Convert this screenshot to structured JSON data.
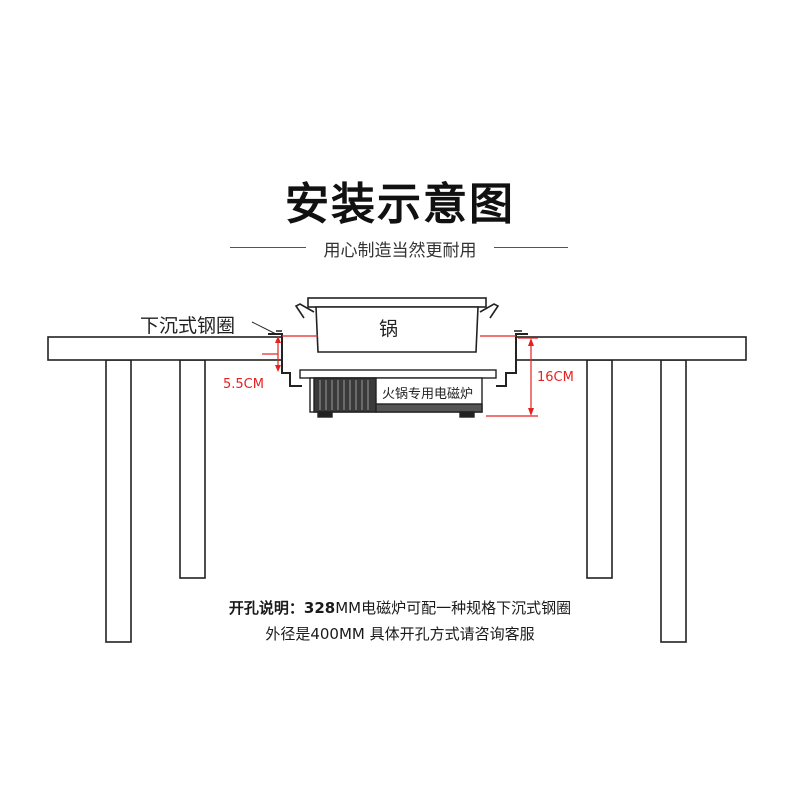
{
  "title": "安装示意图",
  "subtitle": "用心制造当然更耐用",
  "labels": {
    "ring": "下沉式钢圈",
    "pot": "锅",
    "stove": "火锅专用电磁炉",
    "depth": "5.5CM",
    "height": "16CM"
  },
  "notes": {
    "line1_prefix": "开孔说明：",
    "line1_size": "328",
    "line1_rest": "MM电磁炉可配一种规格下沉式钢圈",
    "line2": "外径是400MM 具体开孔方式请咨询客服"
  },
  "colors": {
    "dimension": "#e52222",
    "outline": "#222222"
  }
}
